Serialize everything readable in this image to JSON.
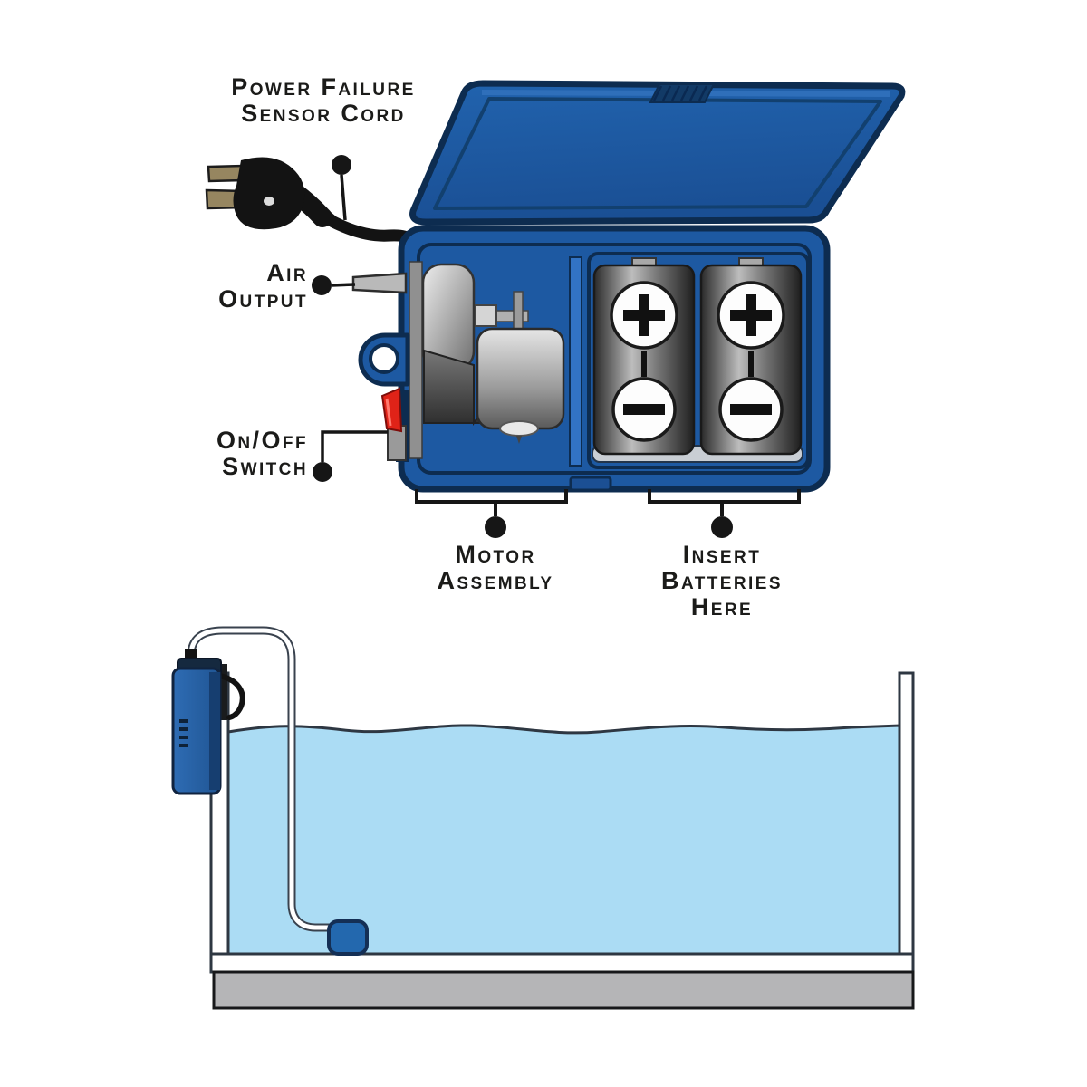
{
  "labels": {
    "sensor_cord": {
      "line1": "Power Failure",
      "line2": "Sensor Cord"
    },
    "air_output": {
      "line1": "Air",
      "line2": "Output"
    },
    "on_off_switch": {
      "line1": "On/Off",
      "line2": "Switch"
    },
    "motor": {
      "line1": "Motor",
      "line2": "Assembly"
    },
    "batteries": {
      "line1": "Insert",
      "line2": "Batteries",
      "line3": "Here"
    }
  },
  "battery": {
    "positive_symbol": "+",
    "negative_symbol": "−"
  },
  "colors": {
    "box_blue": "#1d59a2",
    "outline_navy": "#0d2c50",
    "divider_blue": "#3273c4",
    "switch_red": "#e02318",
    "prong_brass": "#968660",
    "water_blue": "#abdcf4",
    "tank_outline": "#2e3742",
    "base_gray": "#b5b5b7",
    "pump_blue": "#2b68b0",
    "airstone_blue": "#2368ae",
    "leader_black": "#161616"
  }
}
